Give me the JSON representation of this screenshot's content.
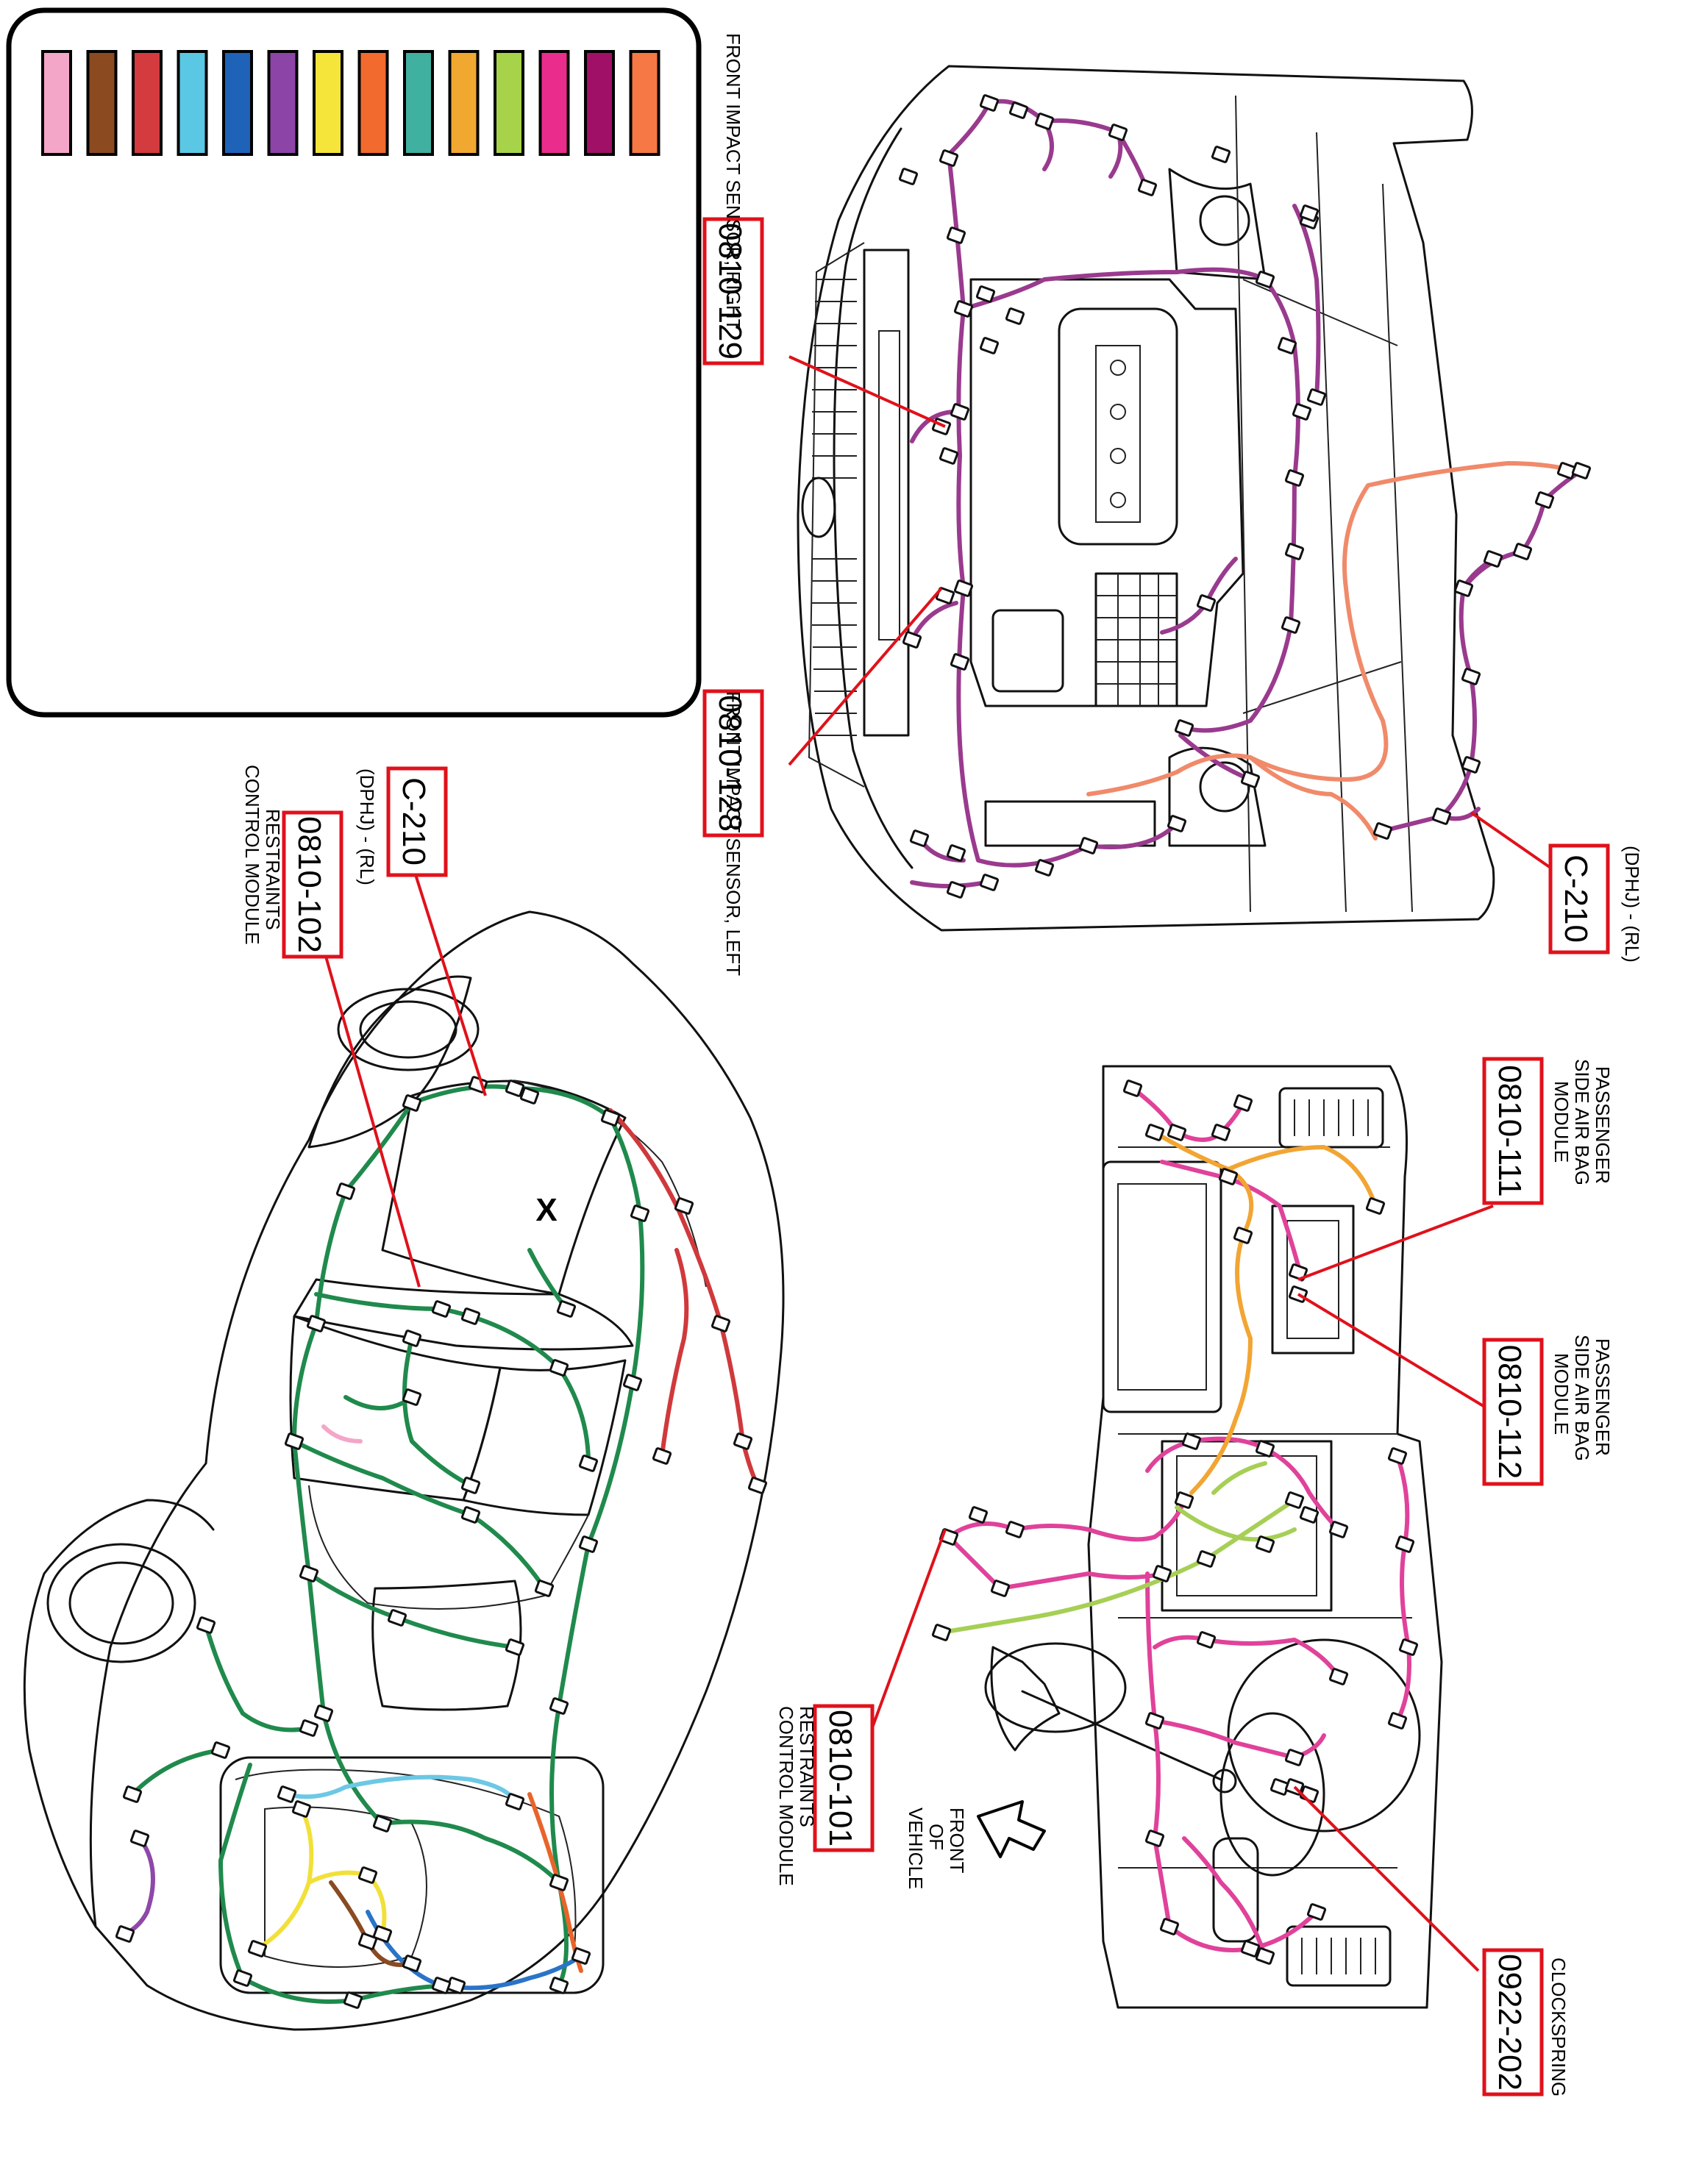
{
  "legend": {
    "swatches": [
      {
        "color": "#f4a6c8"
      },
      {
        "color": "#8b4a1f"
      },
      {
        "color": "#d33b3f"
      },
      {
        "color": "#5ac8e4"
      },
      {
        "color": "#1e63b8"
      },
      {
        "color": "#8c44a6"
      },
      {
        "color": "#f5e43a"
      },
      {
        "color": "#f26a2e"
      },
      {
        "color": "#40b0a0"
      },
      {
        "color": "#f0a830"
      },
      {
        "color": "#a6d34a"
      },
      {
        "color": "#ea2d8d"
      },
      {
        "color": "#a01066"
      },
      {
        "color": "#f57845"
      }
    ]
  },
  "wire_colors": {
    "engine": "#9a3a8e",
    "engine_alt": "#f08a6a",
    "body": "#1f8a4c",
    "body_red": "#d0393c",
    "dash_pink": "#e0429a",
    "dash_orange": "#f2a533",
    "dash_green": "#a6cf55",
    "blue": "#2a74c8",
    "lightblue": "#6cc8e4",
    "yellow": "#f2e03a",
    "brown": "#8a4a22",
    "orange": "#e8642a",
    "purple": "#8e48a8"
  },
  "components": {
    "c129": {
      "code": "0810-129",
      "name": "FRONT IMPACT SENSOR, RIGHT"
    },
    "c128": {
      "code": "0810-128",
      "name": "FRONT IMPACT SENSOR, LEFT"
    },
    "c210_engine": {
      "code": "C-210",
      "name": "(DPHJ) - (RL)"
    },
    "c210_body": {
      "code": "C-210",
      "name": "(DPHJ) - (RL)"
    },
    "c102": {
      "code": "0810-102",
      "name_line1": "RESTRAINTS",
      "name_line2": "CONTROL MODULE"
    },
    "c111": {
      "code": "0810-111",
      "name_line1": "PASSENGER",
      "name_line2": "SIDE AIR BAG",
      "name_line3": "MODULE"
    },
    "c112": {
      "code": "0810-112",
      "name_line1": "PASSENGER",
      "name_line2": "SIDE AIR BAG",
      "name_line3": "MODULE"
    },
    "c101": {
      "code": "0810-101",
      "name_line1": "RESTRAINTS",
      "name_line2": "CONTROL MODULE"
    },
    "c202": {
      "code": "0922-202",
      "name": "CLOCKSPRING"
    }
  },
  "front_of_vehicle": {
    "line1": "FRONT",
    "line2": "OF",
    "line3": "VEHICLE"
  },
  "marker_x": "X"
}
